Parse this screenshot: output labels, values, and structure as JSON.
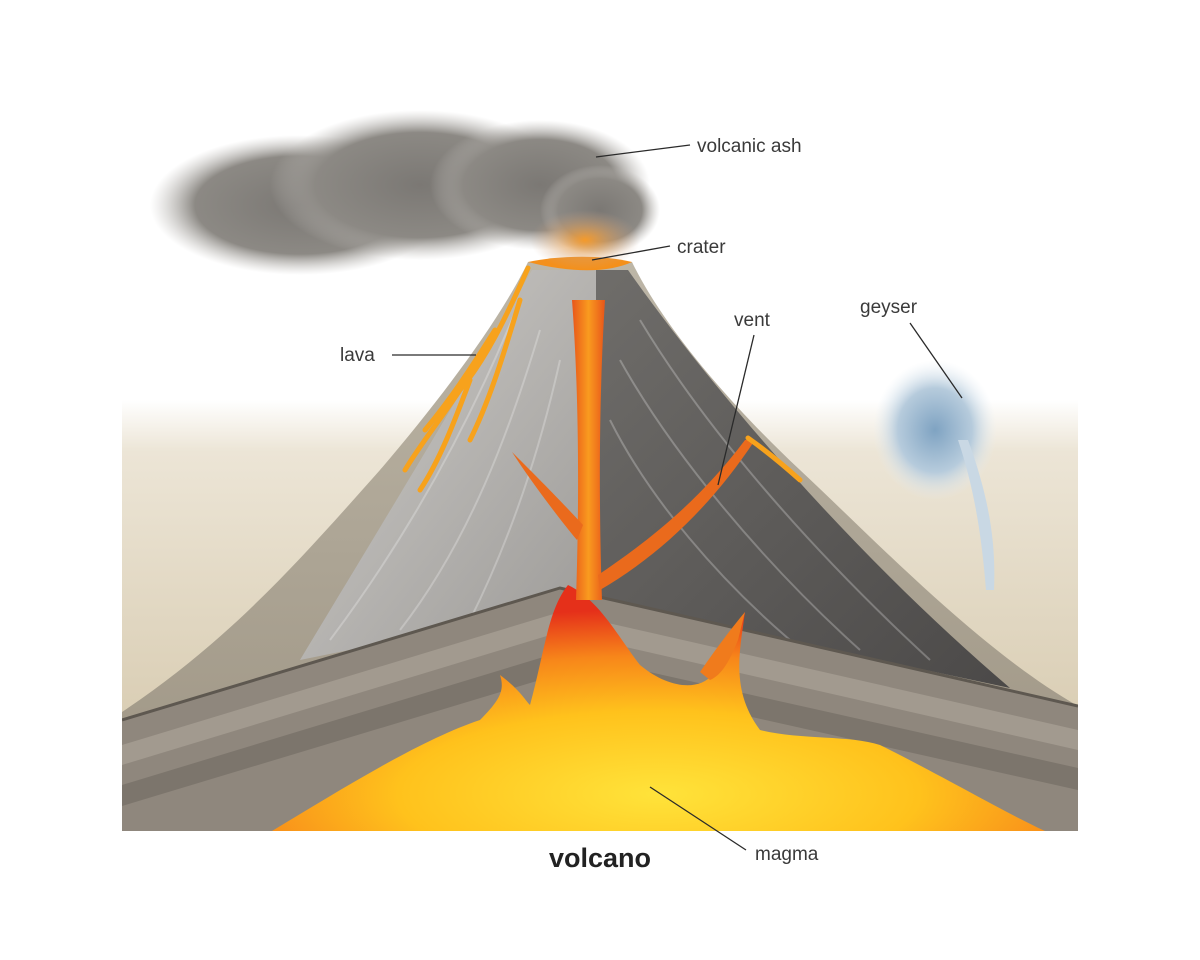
{
  "title": "volcano",
  "labels": {
    "volcanic_ash": "volcanic ash",
    "crater": "crater",
    "vent": "vent",
    "geyser": "geyser",
    "lava": "lava",
    "magma": "magma"
  },
  "colors": {
    "magma_core": "#ffd21a",
    "magma_edge": "#e5301a",
    "lava": "#f7a21c",
    "ash": "#6e6b67",
    "cone_left": "#b9b7b4",
    "cone_right": "#5e5c5a",
    "ground": "#d8ccb2",
    "strata": "#8d857c",
    "geyser": "#9fbad0"
  }
}
